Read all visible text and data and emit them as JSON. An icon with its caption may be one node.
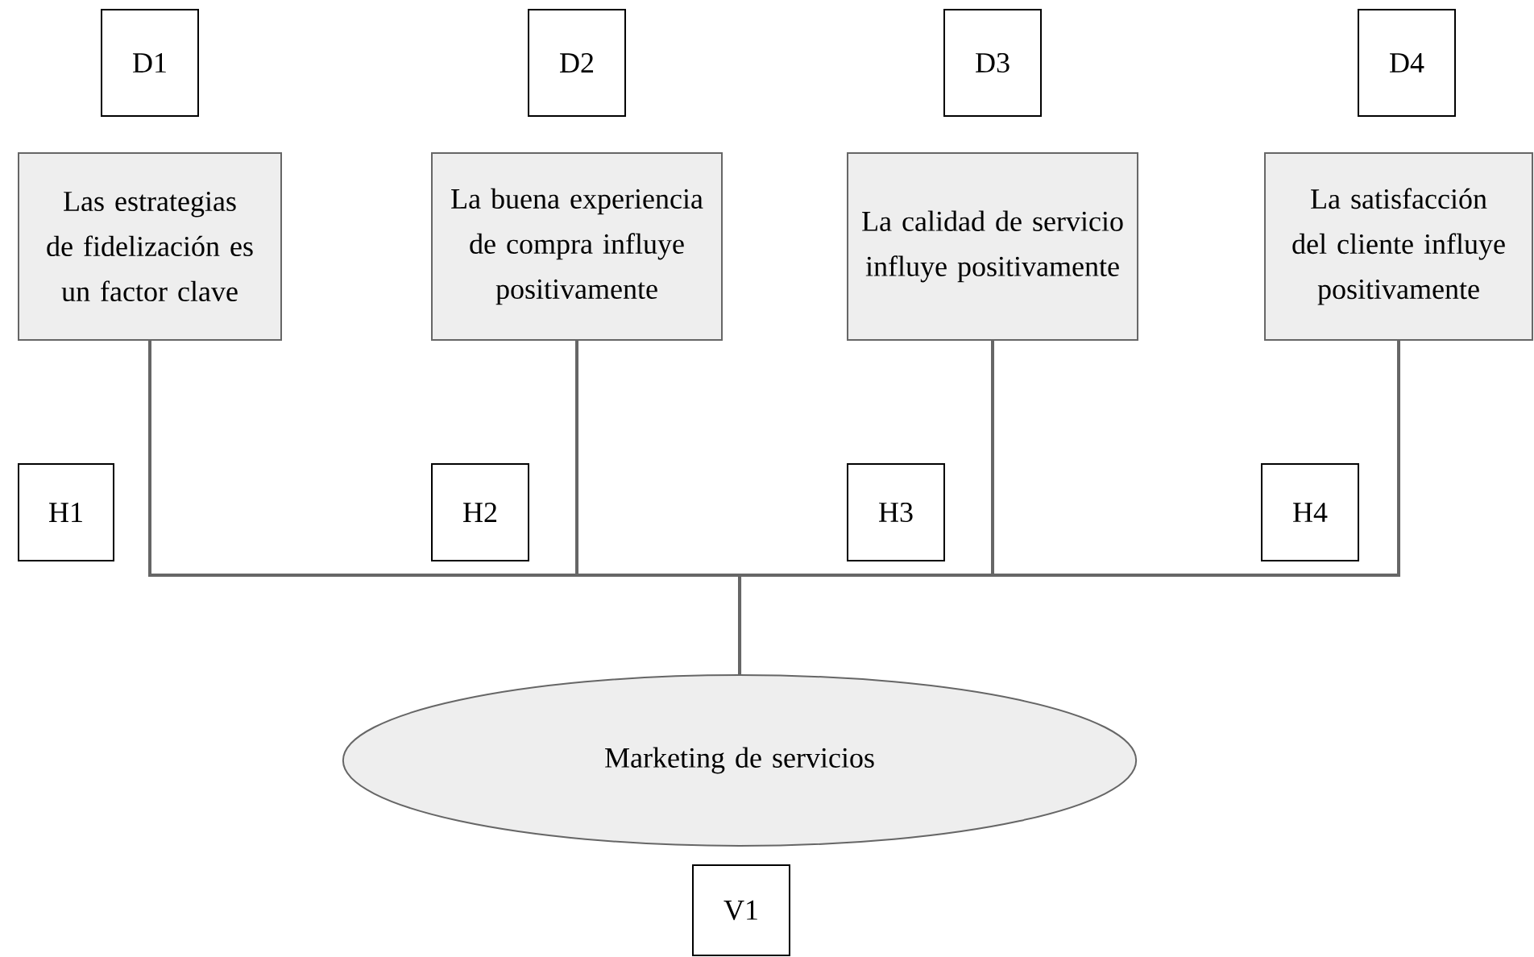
{
  "diagram": {
    "nodes": [
      {
        "text": [
          "D1"
        ]
      },
      {
        "text": [
          "D2"
        ]
      },
      {
        "text": [
          "D3"
        ]
      },
      {
        "text": [
          "D4"
        ]
      },
      {
        "text": [
          "Las estrategias de fidelización es un factor clave"
        ]
      },
      {
        "text": [
          "La buena experiencia de compra influye positivamente"
        ]
      },
      {
        "text": [
          "La calidad de servicio influye positivamente"
        ]
      },
      {
        "text": [
          "La satisfacción del cliente influye positivamente"
        ]
      },
      {
        "text": [
          "H1"
        ]
      },
      {
        "text": [
          "H2"
        ]
      },
      {
        "text": [
          "H3"
        ]
      },
      {
        "text": [
          "H4"
        ]
      },
      {
        "text": [
          "Marketing de servicios"
        ]
      },
      {
        "text": [
          "V1"
        ]
      }
    ],
    "edges": [
      {
        "from": 4,
        "to": 12,
        "arrow": "none"
      },
      {
        "from": 5,
        "to": 12,
        "arrow": "none"
      },
      {
        "from": 6,
        "to": 12,
        "arrow": "none"
      },
      {
        "from": 7,
        "to": 12,
        "arrow": "none"
      }
    ]
  }
}
